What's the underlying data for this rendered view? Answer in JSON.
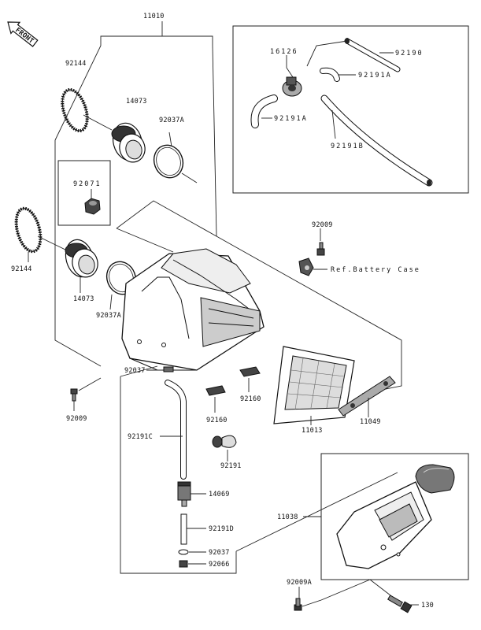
{
  "front_badge": "FRONT",
  "labels": {
    "p11010": "11010",
    "p92144_top": "92144",
    "p14073_top": "14073",
    "p92037A_top": "92037A",
    "p92071": "92071",
    "p92144_left": "92144",
    "p14073_low": "14073",
    "p92037A_low": "92037A",
    "p16126": "16126",
    "p92190": "92190",
    "p92191A_right": "92191A",
    "p92191A_left": "92191A",
    "p92191B": "92191B",
    "p92009_top": "92009",
    "ref_battery": "Ref.Battery Case",
    "p92037_mid": "92037",
    "p92009_left": "92009",
    "p92160_right": "92160",
    "p92160_left": "92160",
    "p11013": "11013",
    "p11049": "11049",
    "p92191C": "92191C",
    "p92191": "92191",
    "p14069": "14069",
    "p92191D": "92191D",
    "p92037_low": "92037",
    "p92066": "92066",
    "p11038": "11038",
    "p92009A": "92009A",
    "p130": "130"
  },
  "colors": {
    "line": "#222222",
    "part_fill": "#ffffff",
    "dark_fill": "#333333",
    "mid_fill": "#9a9a9a",
    "light_fill": "#d9d9d9"
  }
}
